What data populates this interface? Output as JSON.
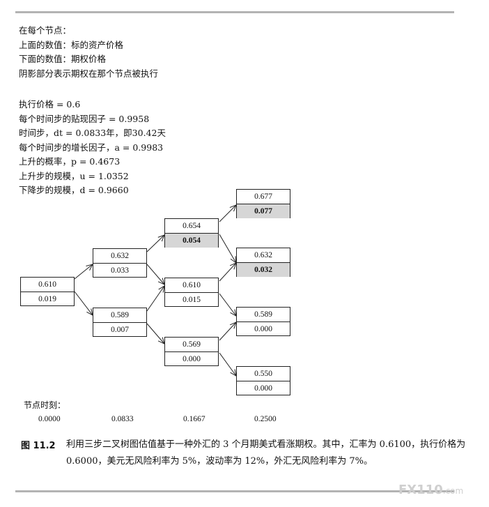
{
  "legend": [
    "在每个节点：",
    "上面的数值：标的资产价格",
    "下面的数值：期权价格",
    "阴影部分表示期权在那个节点被执行"
  ],
  "params": [
    "执行价格 = 0.6",
    "每个时间步的贴现因子 = 0.9958",
    "时间步，dt = 0.0833年，即30.42天",
    "每个时间步的增长因子，a = 0.9983",
    "上升的概率，p = 0.4673",
    "上升步的规模，u = 1.0352",
    "下降步的规模，d = 0.9660"
  ],
  "nodes": [
    {
      "id": "n0",
      "top": "0.610",
      "bottom": "0.019",
      "exercised": false
    },
    {
      "id": "n1u",
      "top": "0.632",
      "bottom": "0.033",
      "exercised": false
    },
    {
      "id": "n1d",
      "top": "0.589",
      "bottom": "0.007",
      "exercised": false
    },
    {
      "id": "n2uu",
      "top": "0.654",
      "bottom": "0.054",
      "exercised": true
    },
    {
      "id": "n2ud",
      "top": "0.610",
      "bottom": "0.015",
      "exercised": false
    },
    {
      "id": "n2dd",
      "top": "0.569",
      "bottom": "0.000",
      "exercised": false
    },
    {
      "id": "n3a",
      "top": "0.677",
      "bottom": "0.077",
      "exercised": true
    },
    {
      "id": "n3b",
      "top": "0.632",
      "bottom": "0.032",
      "exercised": true
    },
    {
      "id": "n3c",
      "top": "0.589",
      "bottom": "0.000",
      "exercised": false
    },
    {
      "id": "n3d",
      "top": "0.550",
      "bottom": "0.000",
      "exercised": false
    }
  ],
  "time_label": "节点时刻：",
  "times": [
    "0.0000",
    "0.0833",
    "0.1667",
    "0.2500"
  ],
  "caption": {
    "label": "图 11.2",
    "text": "利用三步二叉树图估值基于一种外汇的 3 个月期美式看涨期权。其中，汇率为 0.6100，执行价格为 0.6000，美元无风险利率为 5%，波动率为 12%，外汇无风险利率为 7%。"
  },
  "watermark": {
    "main": "FX110",
    "suffix": ".com"
  },
  "colors": {
    "shade": "#d6d6d6",
    "line": "#222222"
  }
}
